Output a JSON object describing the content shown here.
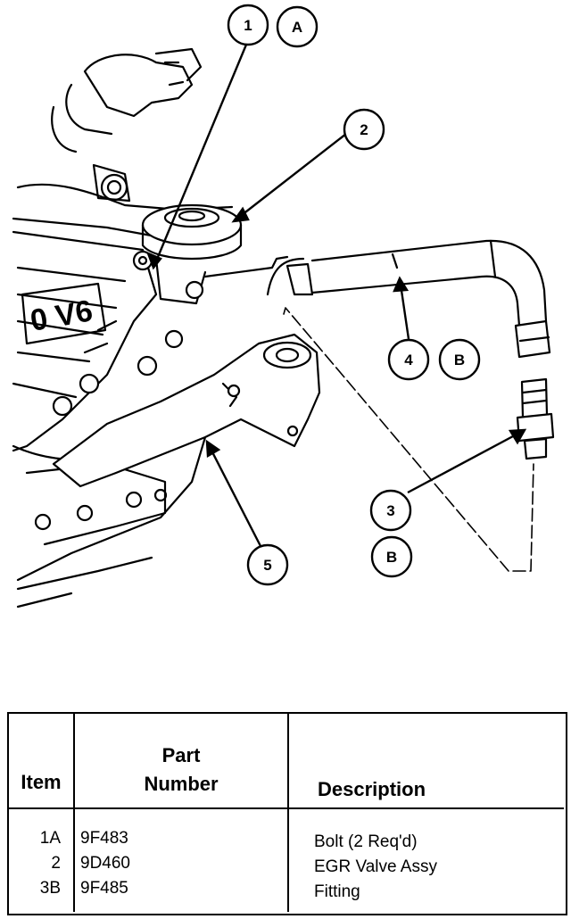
{
  "callouts": [
    {
      "id": "c1",
      "label": "1"
    },
    {
      "id": "cA",
      "label": "A"
    },
    {
      "id": "c2",
      "label": "2"
    },
    {
      "id": "c4",
      "label": "4"
    },
    {
      "id": "c4B",
      "label": "B"
    },
    {
      "id": "c3",
      "label": "3"
    },
    {
      "id": "c3B",
      "label": "B"
    },
    {
      "id": "c5",
      "label": "5"
    }
  ],
  "engine_badge": "0 V6",
  "table": {
    "headers": {
      "item": "Item",
      "part_number_line1": "Part",
      "part_number_line2": "Number",
      "description": "Description"
    },
    "rows": [
      {
        "item": "1A",
        "part_number": "9F483",
        "description": "Bolt (2 Req'd)"
      },
      {
        "item": "2",
        "part_number": "9D460",
        "description": "EGR Valve Assy"
      },
      {
        "item": "3B",
        "part_number": "9F485",
        "description": "Fitting"
      }
    ]
  }
}
